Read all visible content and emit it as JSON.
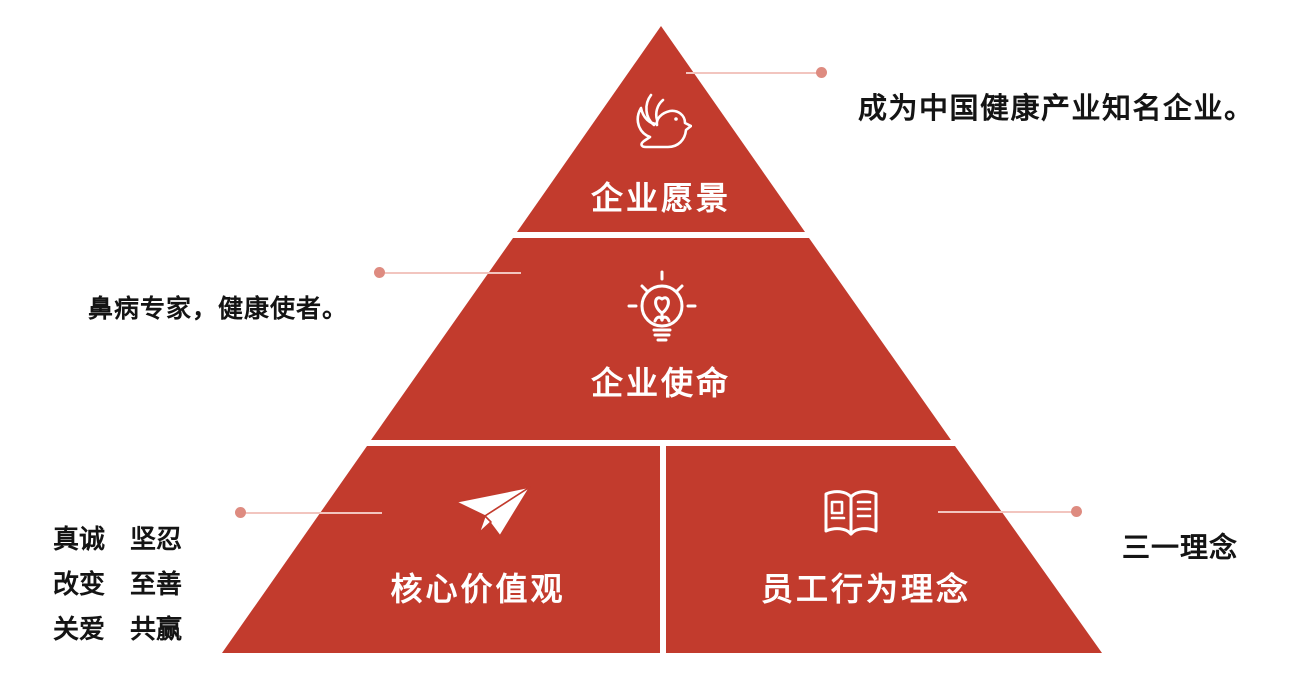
{
  "colors": {
    "pyramid_red": "#C23B2D",
    "leader_line_pink": "#F2C5BF",
    "leader_dot_salmon": "#DE8B80",
    "tier_label_white": "#FFFFFF",
    "annotation_text": "#141414"
  },
  "pyramid": {
    "tiers": [
      {
        "id": "vision",
        "label": "企业愿景",
        "icon": "dove-icon"
      },
      {
        "id": "mission",
        "label": "企业使命",
        "icon": "lightbulb-heart-icon"
      },
      {
        "id": "core-values",
        "label": "核心价值观",
        "icon": "paper-plane-icon"
      },
      {
        "id": "behavior",
        "label": "员工行为理念",
        "icon": "open-book-icon"
      }
    ]
  },
  "annotations": {
    "vision_note": "成为中国健康产业知名企业。",
    "mission_note": "鼻病专家，健康使者。",
    "behavior_note": "三一理念",
    "values_rows": [
      [
        "真诚",
        "坚忍"
      ],
      [
        "改变",
        "至善"
      ],
      [
        "关爱",
        "共赢"
      ]
    ]
  }
}
